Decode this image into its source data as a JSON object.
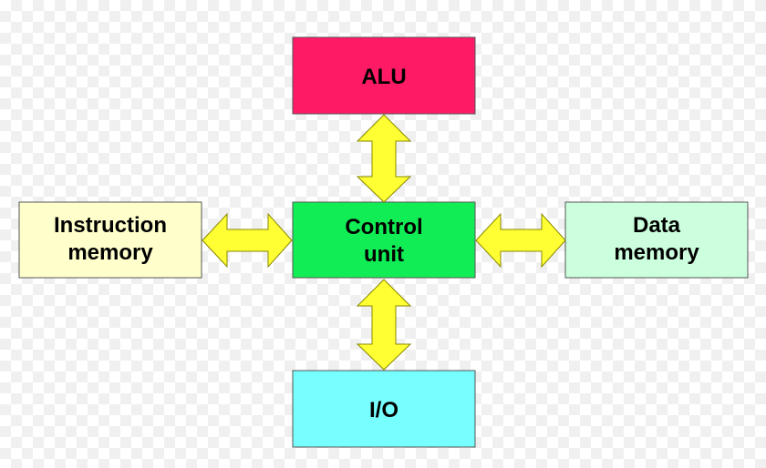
{
  "blocks": {
    "alu": {
      "label": "ALU",
      "color": "#ff1a66"
    },
    "control_unit": {
      "label_line1": "Control",
      "label_line2": "unit",
      "color": "#11ee55"
    },
    "instruction_memory": {
      "label_line1": "Instruction",
      "label_line2": "memory",
      "color": "#ffffcc"
    },
    "data_memory": {
      "label_line1": "Data",
      "label_line2": "memory",
      "color": "#ccffdd"
    },
    "io": {
      "label": "I/O",
      "color": "#77ffff"
    }
  },
  "arrow_color": "#ffff33",
  "arrow_stroke": "#888800",
  "box_stroke": "#555555"
}
